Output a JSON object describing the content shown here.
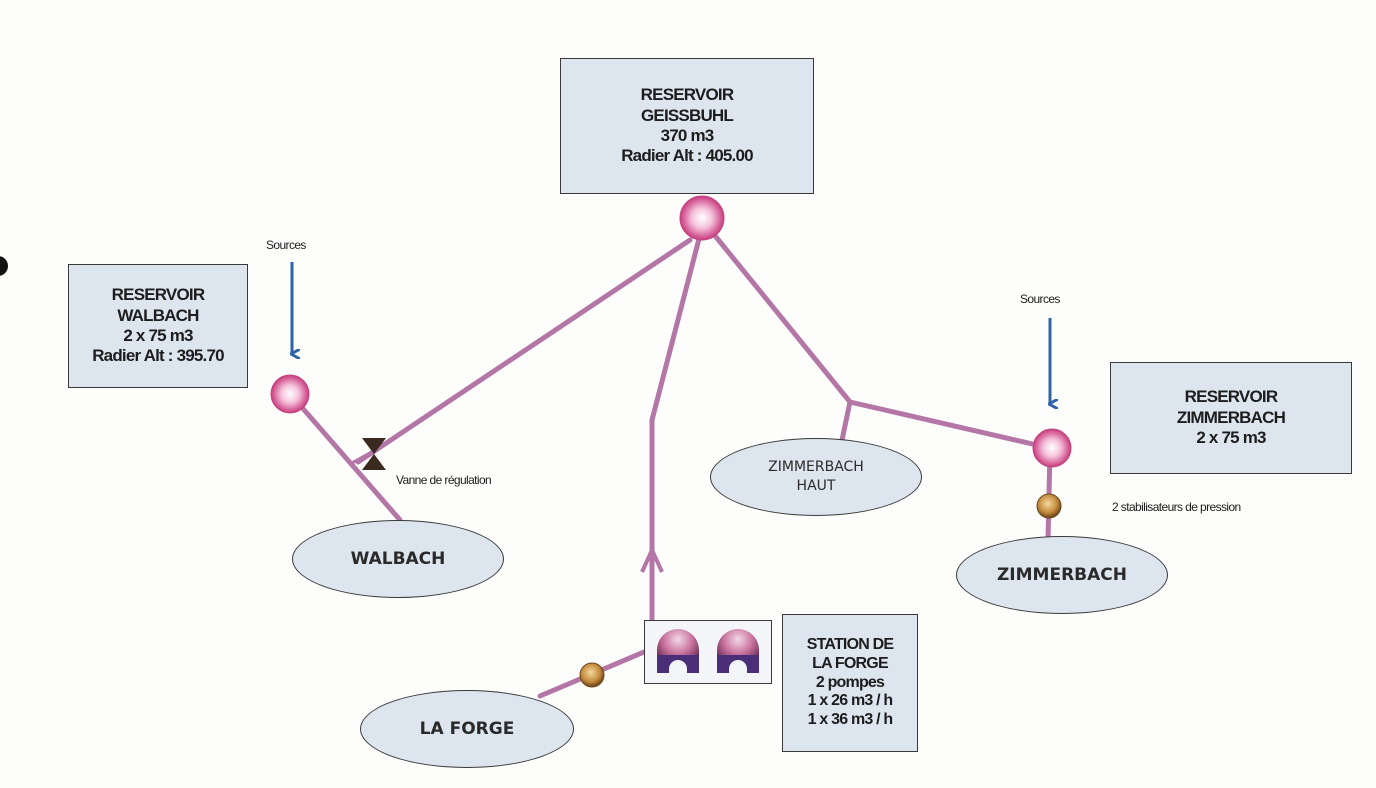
{
  "colors": {
    "pipe": "#b476a6",
    "node_fill": "#f2a6cb",
    "stabilizer_fill": "#c48a3c",
    "arrow": "#2f64a8",
    "box_fill": "#dde6ef",
    "pump_base": "#4a2f78"
  },
  "reservoirs": {
    "geissbuhl": {
      "line1": "RESERVOIR",
      "line2": "GEISSBUHL",
      "line3": "370 m3",
      "line4": "Radier Alt : 405.00"
    },
    "walbach": {
      "line1": "RESERVOIR",
      "line2": "WALBACH",
      "line3": "2 x 75 m3",
      "line4": "Radier Alt : 395.70"
    },
    "zimmerbach": {
      "line1": "RESERVOIR",
      "line2": "ZIMMERBACH",
      "line3": "2 x 75 m3"
    }
  },
  "station": {
    "line1": "STATION DE",
    "line2": "LA FORGE",
    "line3": "2 pompes",
    "line4": "1 x 26 m3 / h",
    "line5": "1 x 36 m3 / h",
    "pump_icon": "pump-icon"
  },
  "villages": {
    "walbach": "WALBACH",
    "zimmerbach_haut_line1": "ZIMMERBACH",
    "zimmerbach_haut_line2": "HAUT",
    "zimmerbach": "ZIMMERBACH",
    "la_forge": "LA FORGE"
  },
  "labels": {
    "sources_left": "Sources",
    "sources_right": "Sources",
    "valve": "Vanne de régulation",
    "stabilizers": "2 stabilisateurs de pression"
  }
}
